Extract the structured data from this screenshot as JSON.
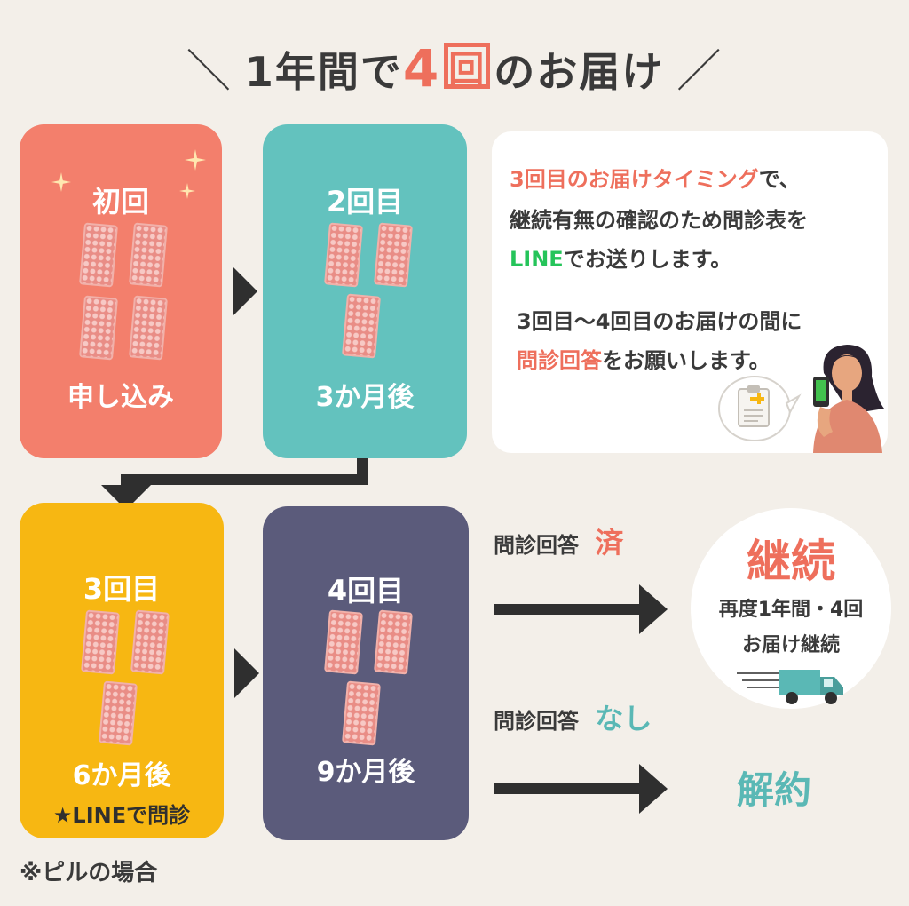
{
  "title": {
    "slash_left": "＼",
    "part1": "1年間で",
    "number": "4",
    "counter": "回",
    "part2": "のお届け",
    "slash_right": "／"
  },
  "cards": [
    {
      "head": "初回",
      "foot": "申し込み",
      "color": "#f37f6c"
    },
    {
      "head": "2回目",
      "foot": "3か月後",
      "color": "#63c2be"
    },
    {
      "head": "3回目",
      "foot": "6か月後",
      "note": "★LINEで問診",
      "color": "#f7b712"
    },
    {
      "head": "4回目",
      "foot": "9か月後",
      "color": "#5b5b7b"
    }
  ],
  "info": {
    "line1_red": "3回目のお届けタイミング",
    "line1_rest": "で、",
    "line2": "継続有無の確認のため問診表を",
    "line3_green": "LINE",
    "line3_rest": "でお送りします。",
    "line4": "3回目〜4回目のお届けの間に",
    "line5_red": "問診回答",
    "line5_rest": "をお願いします。"
  },
  "answers": {
    "done_label": "問診回答",
    "done_mark": "済",
    "none_label": "問診回答",
    "none_mark": "なし"
  },
  "results": {
    "continue_title": "継続",
    "continue_line1": "再度1年間・4回",
    "continue_line2": "お届け継続",
    "cancel": "解約"
  },
  "footnote": "※ピルの場合",
  "colors": {
    "accent_red": "#ee6f5c",
    "line_green": "#25c45a",
    "teal": "#5ab8b5",
    "background": "#f3efe9"
  }
}
